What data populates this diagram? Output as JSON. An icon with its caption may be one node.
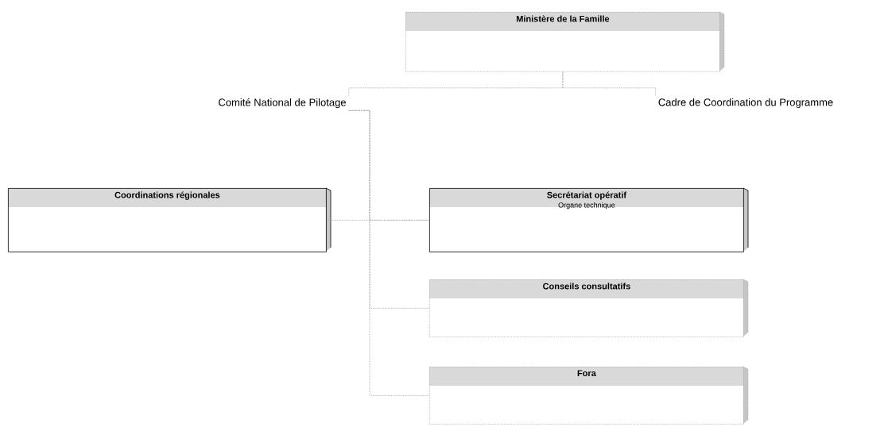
{
  "diagram": {
    "nodes": [
      {
        "text": [
          "Ministère de la Famille"
        ]
      },
      {
        "text": [
          "Comité National de Pilotage"
        ]
      },
      {
        "text": [
          "Cadre de Coordination du Programme"
        ]
      },
      {
        "text": [
          "Coordinations régionales"
        ]
      },
      {
        "text": [
          "Secrétariat opératif",
          "Organe technique"
        ]
      },
      {
        "text": [
          "Conseils consultatifs"
        ]
      },
      {
        "text": [
          "Fora"
        ]
      }
    ],
    "edges": [
      {
        "from": 0,
        "to": 1,
        "arrow": "none"
      },
      {
        "from": 0,
        "to": 2,
        "arrow": "none"
      },
      {
        "from": 3,
        "to": 4,
        "arrow": "none"
      },
      {
        "from": 1,
        "to": 4,
        "arrow": "none"
      },
      {
        "from": 1,
        "to": 5,
        "arrow": "none"
      },
      {
        "from": 1,
        "to": 6,
        "arrow": "none"
      }
    ]
  }
}
